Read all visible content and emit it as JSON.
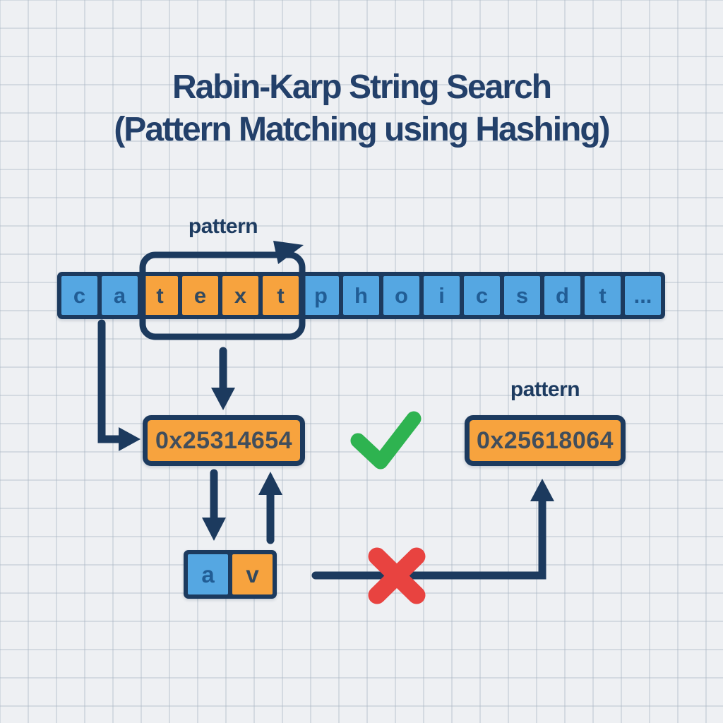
{
  "title": {
    "line1": "Rabin-Karp String Search",
    "line2": "(Pattern Matching using Hashing)"
  },
  "labels": {
    "window_pattern": "pattern",
    "hash_pattern": "pattern"
  },
  "text_array": {
    "cells": [
      {
        "char": "c",
        "variant": "blue"
      },
      {
        "char": "a",
        "variant": "blue"
      },
      {
        "char": "t",
        "variant": "orange"
      },
      {
        "char": "e",
        "variant": "orange"
      },
      {
        "char": "x",
        "variant": "orange"
      },
      {
        "char": "t",
        "variant": "orange"
      },
      {
        "char": "p",
        "variant": "blue"
      },
      {
        "char": "h",
        "variant": "blue"
      },
      {
        "char": "o",
        "variant": "blue"
      },
      {
        "char": "i",
        "variant": "blue"
      },
      {
        "char": "c",
        "variant": "blue"
      },
      {
        "char": "s",
        "variant": "blue"
      },
      {
        "char": "d",
        "variant": "blue"
      },
      {
        "char": "t",
        "variant": "blue"
      },
      {
        "char": "...",
        "variant": "blue"
      }
    ]
  },
  "hashes": {
    "window_hash": "0x25314654",
    "pattern_hash": "0x25618064"
  },
  "mini_array": {
    "cells": [
      {
        "char": "a",
        "variant": "blue"
      },
      {
        "char": "v",
        "variant": "orange"
      }
    ]
  },
  "icons": {
    "match": "green-check",
    "mismatch": "red-cross"
  },
  "colors": {
    "navy": "#1c3a5e",
    "title_navy": "#23406a",
    "blue_cell": "#55a7e2",
    "orange_cell": "#f7a33e",
    "green_check": "#2eb350",
    "red_cross": "#e84340",
    "background": "#eef0f3",
    "grid_line": "#d9dee3"
  }
}
